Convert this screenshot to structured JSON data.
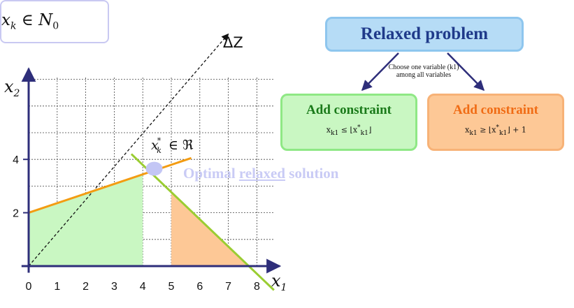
{
  "set_label": "x_k ∈ N_0",
  "delta_z_label": "ΔZ",
  "point_label": "x*_k ∈ ℜ",
  "optimal_text": {
    "before": "Optimal ",
    "underlined": "relaxed",
    "after": " solution"
  },
  "relaxed_problem": "Relaxed problem",
  "branch_note": "Choose one variable (k1) among all variables",
  "left_branch": {
    "title": "Add constraint",
    "formula": "x_k1 ≤ ⌊x*_k1⌋"
  },
  "right_branch": {
    "title": "Add constraint",
    "formula": "x_k1 ≥ ⌊x*_k1⌋ + 1"
  },
  "chart_data": {
    "type": "diagram",
    "xlabel": "x_1",
    "ylabel": "x_2",
    "x_ticks": [
      "0",
      "1",
      "2",
      "3",
      "4",
      "5",
      "6",
      "7",
      "8"
    ],
    "y_ticks": [
      "2",
      "4"
    ],
    "constraint_line_1": {
      "from": [
        0,
        2.0
      ],
      "to": [
        5.7,
        4.05
      ]
    },
    "constraint_line_2": {
      "from": [
        3.6,
        4.2
      ],
      "to": [
        8.6,
        -0.9
      ]
    },
    "objective_direction": {
      "from": [
        0,
        0
      ],
      "to": [
        7,
        8.7
      ]
    },
    "optimal_point": [
      4.4,
      3.65
    ],
    "left_region_x": [
      0,
      4
    ],
    "right_region_x": [
      5,
      8
    ],
    "colors": {
      "left_region": "#c9f7c2",
      "right_region": "#fdc896",
      "line_1": "#f39c12",
      "line_2": "#9acd32",
      "axes": "#2e2e7a",
      "point": "#c3c6f5"
    }
  }
}
